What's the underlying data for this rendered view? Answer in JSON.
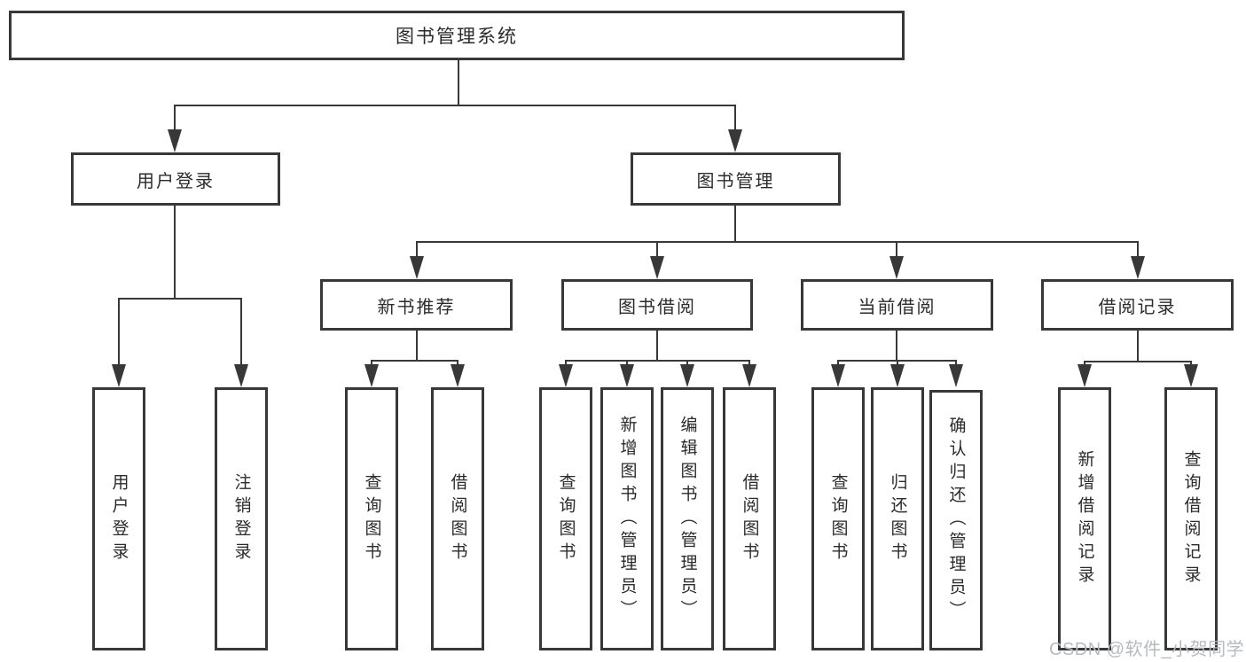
{
  "diagram": {
    "root": {
      "label": "图书管理系统"
    },
    "branches": [
      {
        "label": "用户登录",
        "children": [
          {
            "label": "用户登录"
          },
          {
            "label": "注销登录"
          }
        ]
      },
      {
        "label": "图书管理",
        "children": [
          {
            "label": "新书推荐",
            "children": [
              {
                "label": "查询图书"
              },
              {
                "label": "借阅图书"
              }
            ]
          },
          {
            "label": "图书借阅",
            "children": [
              {
                "label": "查询图书"
              },
              {
                "label": "新增图书（管理员）"
              },
              {
                "label": "编辑图书（管理员）"
              },
              {
                "label": "借阅图书"
              }
            ]
          },
          {
            "label": "当前借阅",
            "children": [
              {
                "label": "查询图书"
              },
              {
                "label": "归还图书"
              },
              {
                "label": "确认归还（管理员）"
              }
            ]
          },
          {
            "label": "借阅记录",
            "children": [
              {
                "label": "新增借阅记录"
              },
              {
                "label": "查询借阅记录"
              }
            ]
          }
        ]
      }
    ]
  },
  "watermark": {
    "text": "CSDN @软件_小贺同学"
  },
  "colors": {
    "line": "#383838",
    "box_background": "#ffffff",
    "text": "#2b2b2b",
    "background": "#ffffff",
    "watermark": "#b6bac1"
  }
}
